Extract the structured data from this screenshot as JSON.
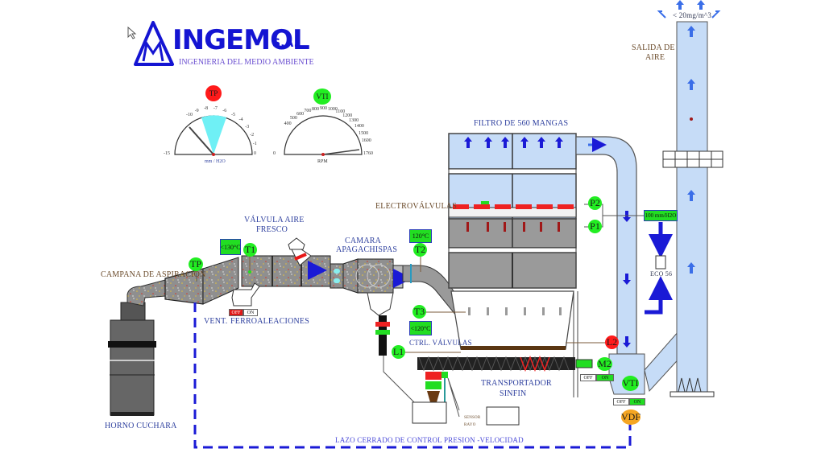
{
  "brand": {
    "name": "INGEMOL",
    "suffix": "S.A.",
    "tagline": "INGENIERIA DEL MEDIO AMBIENTE"
  },
  "colors": {
    "brand_blue": "#1414d2",
    "duct_gray": "#8c8c8c",
    "clean_air_blue": "#c6dcf7",
    "indicator_green": "#22ee22",
    "alarm_red": "#ff1a1a",
    "vdf_orange": "#f5a623",
    "control_loop_blue": "#1a1ad6"
  },
  "gauges": {
    "pressure": {
      "badge": "TP",
      "unit": "mm / H2O",
      "ticks": [
        "-15",
        "-10",
        "-9",
        "-8",
        "-7",
        "-6",
        "-5",
        "-4",
        "-3",
        "-2",
        "-1",
        "0"
      ],
      "range": [
        -15,
        0
      ],
      "setpoint_band": [
        -9,
        -7
      ],
      "needle_value": -10
    },
    "speed": {
      "badge": "VTI",
      "unit": "RPM",
      "ticks": [
        "0",
        "400",
        "500",
        "600",
        "700",
        "800",
        "900",
        "1000",
        "1100",
        "1200",
        "1300",
        "1400",
        "1500",
        "1600",
        "1760"
      ],
      "range": [
        0,
        1760
      ],
      "needle_value": 1700
    }
  },
  "labels": {
    "valvula_aire": "VÁLVULA AIRE",
    "fresco": "FRESCO",
    "camara": "CAMARA",
    "apagachispas": "APAGACHISPAS",
    "campana": "CAMPANA DE ASPIRACIÓN",
    "vent": "VENT.",
    "ferroaleaciones": "FERROALEACIONES",
    "horno": "HORNO CUCHARA",
    "filtro": "FILTRO DE 560  MANGAS",
    "electrovalvulas": "ELECTROVÁLVULAS",
    "ctrl_valvulas": "CTRL. VÁLVULAS",
    "transportador": "TRANSPORTADOR",
    "sinfin": "SINFIN",
    "sensor": "SENSOR",
    "rayo": "RAYO",
    "lazo": "LAZO CERRADO DE CONTROL  PRESION -VELOCIDAD",
    "salida": "SALIDA DE",
    "aire": "AIRE",
    "emission": "< 20mg/m^3",
    "eco": "ECO 56"
  },
  "instruments": {
    "tp": "TP",
    "t1": "T1",
    "t2": "T2",
    "t3": "T3",
    "l1": "L1",
    "l2": "L2",
    "p1": "P1",
    "p2": "P2",
    "m2": "M2",
    "vti": "VTI",
    "vdf": "VDF"
  },
  "readouts": {
    "t1_limit": "<130°C",
    "t2_value": "120°C",
    "t3_limit": "<120°C",
    "dp_value": "100 mm/H2O"
  },
  "switches": {
    "vent": {
      "off": "OFF",
      "on": "ON",
      "state": "OFF"
    },
    "m2": {
      "off": "OFF",
      "on": "ON",
      "state": "ON"
    },
    "vti": {
      "off": "OFF",
      "on": "ON",
      "state": "ON"
    }
  }
}
